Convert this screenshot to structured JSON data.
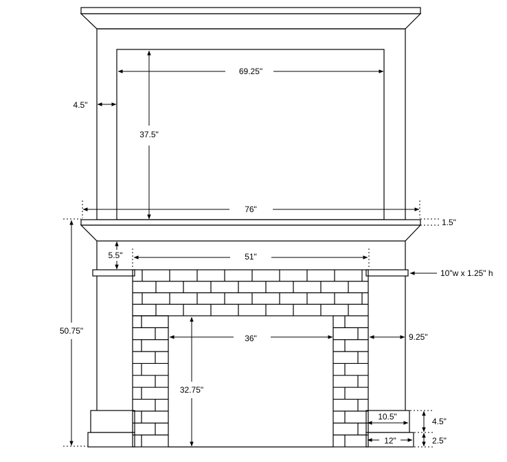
{
  "dimensions": {
    "upper_side_width": "4.5\"",
    "upper_opening_width": "69.25\"",
    "upper_opening_height": "37.5\"",
    "overall_width": "76\"",
    "shelf_thickness": "1.5\"",
    "frieze_height": "5.5\"",
    "brick_surround_width": "51\"",
    "capital_size": "10\"w x 1.25\" h",
    "total_height": "50.75\"",
    "firebox_width": "36\"",
    "leg_width": "9.25\"",
    "firebox_height": "32.75\"",
    "plinth_width": "10.5\"",
    "plinth_height": "4.5\"",
    "base_width": "12\"",
    "base_height": "2.5\""
  },
  "colors": {
    "line": "#000000",
    "background": "#ffffff"
  }
}
